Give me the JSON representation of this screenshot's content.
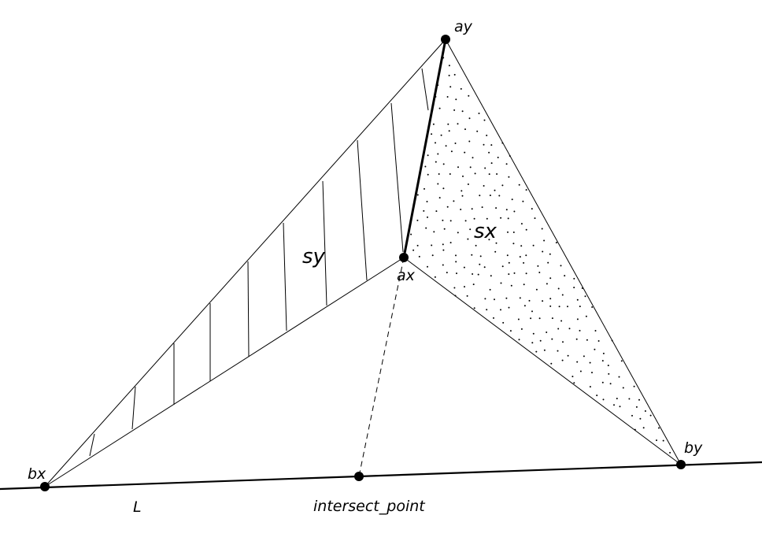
{
  "points": {
    "ay": "ay",
    "ax": "ax",
    "bx": "bx",
    "by": "by",
    "intersect_point": "intersect_point"
  },
  "regions": {
    "sy": "sy",
    "sx": "sx"
  },
  "line_label": "L"
}
